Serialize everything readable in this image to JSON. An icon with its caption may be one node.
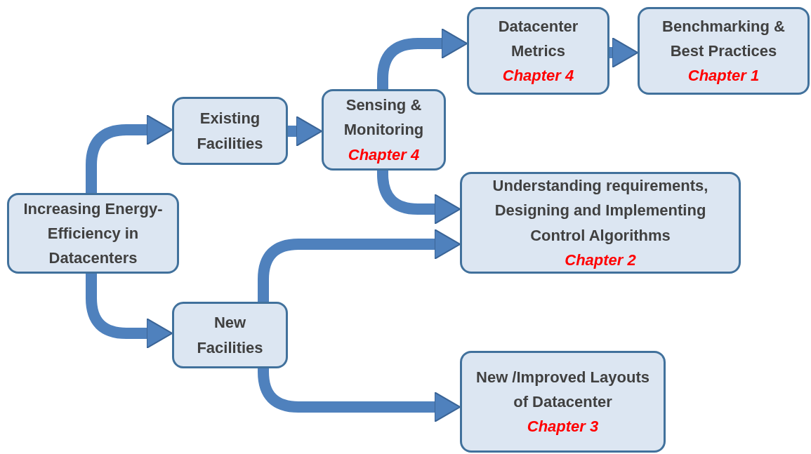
{
  "diagram": {
    "nodes": [
      {
        "text": [
          "Increasing Energy-Efficiency in Datacenters"
        ]
      },
      {
        "text": [
          "Existing Facilities"
        ]
      },
      {
        "text": [
          "New Facilities"
        ]
      },
      {
        "text": [
          "Sensing & Monitoring",
          "Chapter 4"
        ]
      },
      {
        "text": [
          "Datacenter Metrics",
          "Chapter 4"
        ]
      },
      {
        "text": [
          "Benchmarking & Best Practices",
          "Chapter 1"
        ]
      },
      {
        "text": [
          "Understanding requirements, Designing and Implementing Control Algorithms",
          "Chapter 2"
        ]
      },
      {
        "text": [
          "New /Improved Layouts of Datacenter",
          "Chapter 3"
        ]
      }
    ],
    "edges": [
      {
        "from": 0,
        "to": 1,
        "arrow": "to"
      },
      {
        "from": 0,
        "to": 2,
        "arrow": "to"
      },
      {
        "from": 1,
        "to": 3,
        "arrow": "to"
      },
      {
        "from": 3,
        "to": 4,
        "arrow": "to"
      },
      {
        "from": 4,
        "to": 5,
        "arrow": "to"
      },
      {
        "from": 3,
        "to": 6,
        "arrow": "to"
      },
      {
        "from": 2,
        "to": 6,
        "arrow": "to"
      },
      {
        "from": 2,
        "to": 7,
        "arrow": "to"
      }
    ]
  }
}
